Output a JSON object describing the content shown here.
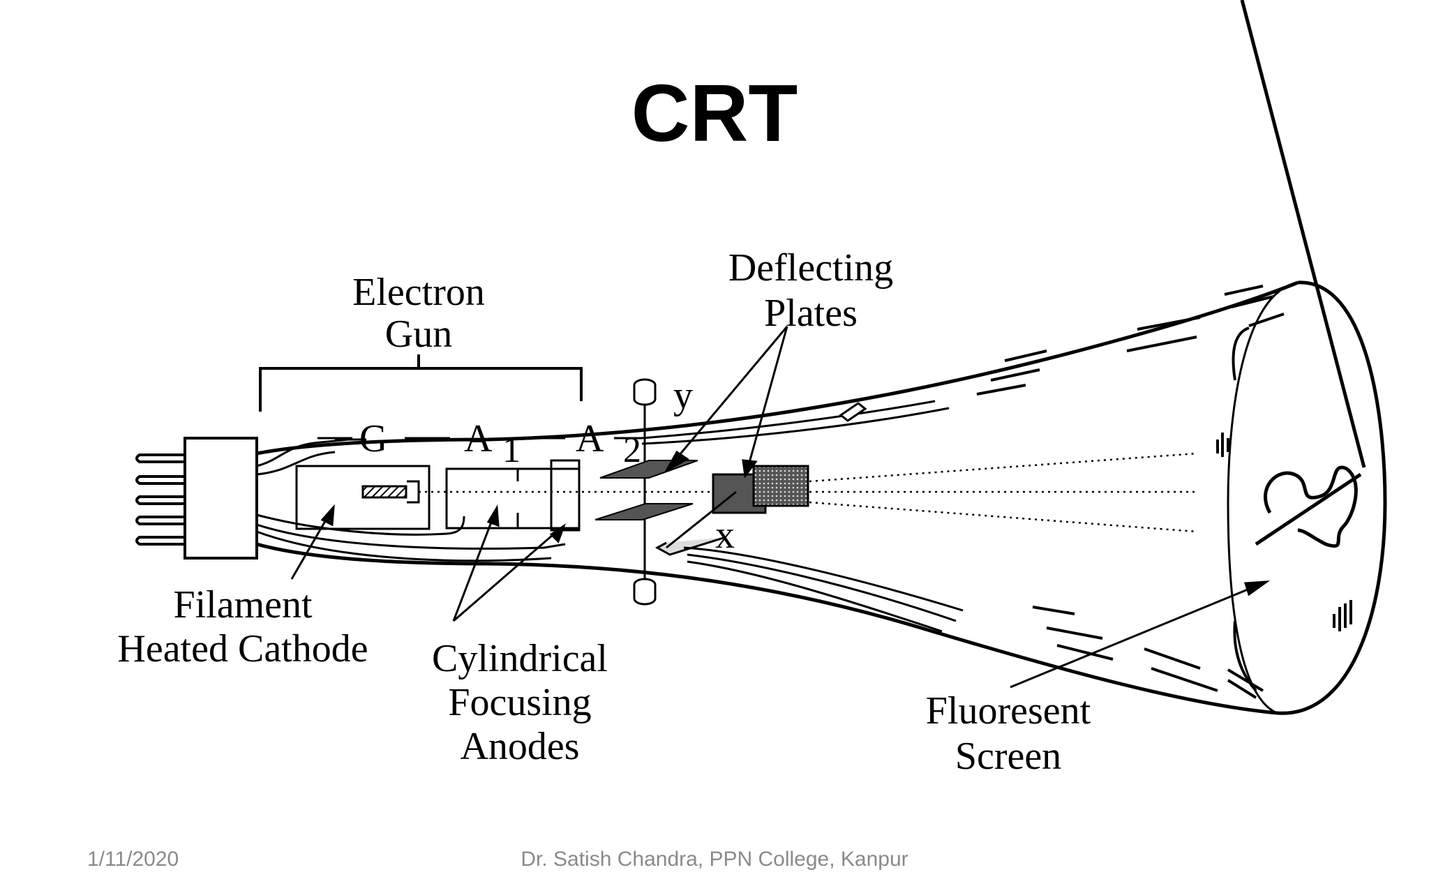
{
  "slide": {
    "title": "CRT",
    "footer_date": "1/11/2020",
    "footer_author": "Dr. Satish Chandra, PPN College, Kanpur"
  },
  "diagram": {
    "labels": {
      "electron_gun_1": "Electron",
      "electron_gun_2": "Gun",
      "deflecting_1": "Deflecting",
      "deflecting_2": "Plates",
      "grid": "G",
      "anode1": "A",
      "anode1_sub": "1",
      "anode2": "A",
      "anode2_sub": "2",
      "y_axis": "y",
      "x_axis": "x",
      "filament_1": "Filament",
      "filament_2": "Heated Cathode",
      "focusing_1": "Cylindrical",
      "focusing_2": "Focusing",
      "focusing_3": "Anodes",
      "screen_1": "Fluoresent",
      "screen_2": "Screen"
    }
  }
}
